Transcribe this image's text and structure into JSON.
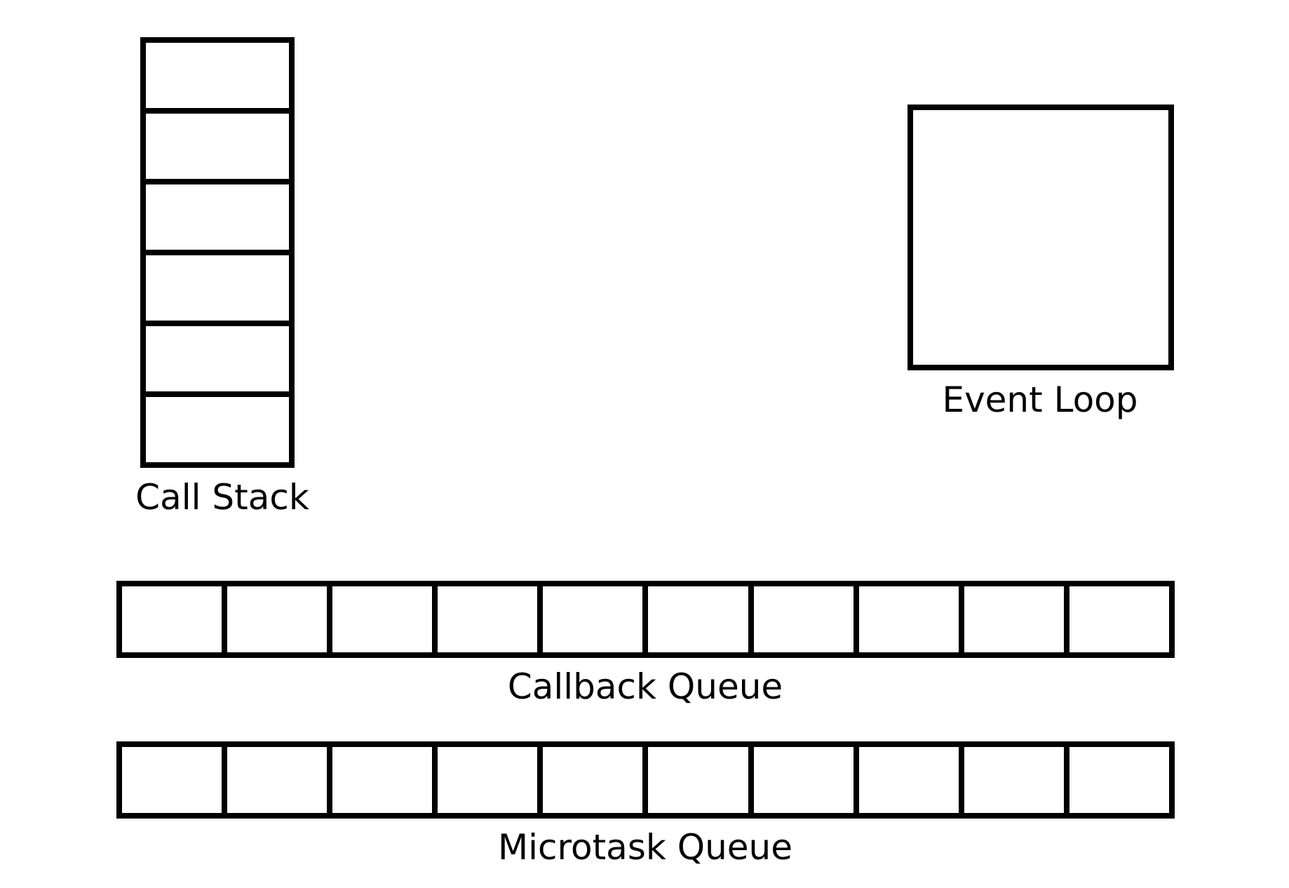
{
  "call_stack": {
    "label": "Call Stack",
    "slot_count": 6
  },
  "event_loop": {
    "label": "Event Loop"
  },
  "callback_queue": {
    "label": "Callback Queue",
    "slot_count": 10
  },
  "microtask_queue": {
    "label": "Microtask Queue",
    "slot_count": 10
  },
  "colors": {
    "stroke": "#000000",
    "background": "#ffffff"
  }
}
